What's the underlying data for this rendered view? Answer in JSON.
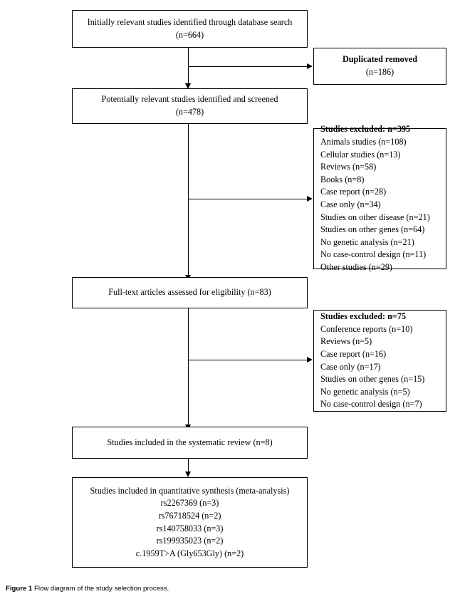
{
  "figure": {
    "caption_label": "Figure 1",
    "caption_text": "Flow diagram of the study selection process."
  },
  "diagram": {
    "type": "prisma-flow-diagram",
    "colors": {
      "stroke": "#000000",
      "background": "#ffffff",
      "text": "#000000"
    },
    "boxes": {
      "identification": {
        "line1": "Initially relevant studies identified through database search",
        "line2": "(n=664)"
      },
      "duplicates_removed": {
        "title": "Duplicated removed",
        "count": "(n=186)"
      },
      "screening": {
        "line1": "Potentially relevant studies identified and screened",
        "line2": "(n=478)"
      },
      "excluded_screening": {
        "title": "Studies excluded: n=395",
        "items": [
          "Animals studies (n=108)",
          "Cellular studies (n=13)",
          "Reviews (n=58)",
          "Books (n=8)",
          "Case report (n=28)",
          "Case only (n=34)",
          "Studies on other disease (n=21)",
          "Studies on other genes (n=64)",
          "No genetic analysis (n=21)",
          "No case-control design (n=11)",
          "Other studies (n=29)"
        ]
      },
      "eligibility": {
        "line1": "Full-text articles assessed for eligibility (n=83)"
      },
      "excluded_eligibility": {
        "title": "Studies excluded: n=75",
        "items": [
          "Conference reports (n=10)",
          "Reviews (n=5)",
          "Case report (n=16)",
          "Case only (n=17)",
          "Studies on other genes (n=15)",
          "No genetic analysis (n=5)",
          "No case-control design (n=7)"
        ]
      },
      "included_systematic": {
        "line1": "Studies included in the systematic review (n=8)"
      },
      "included_quantitative": {
        "line1": "Studies included in quantitative synthesis (meta-analysis)",
        "items": [
          "rs2267369 (n=3)",
          "rs76718524 (n=2)",
          "rs140758033 (n=3)",
          "rs199935023 (n=2)",
          "c.1959T>A (Gly653Gly) (n=2)"
        ]
      }
    }
  }
}
